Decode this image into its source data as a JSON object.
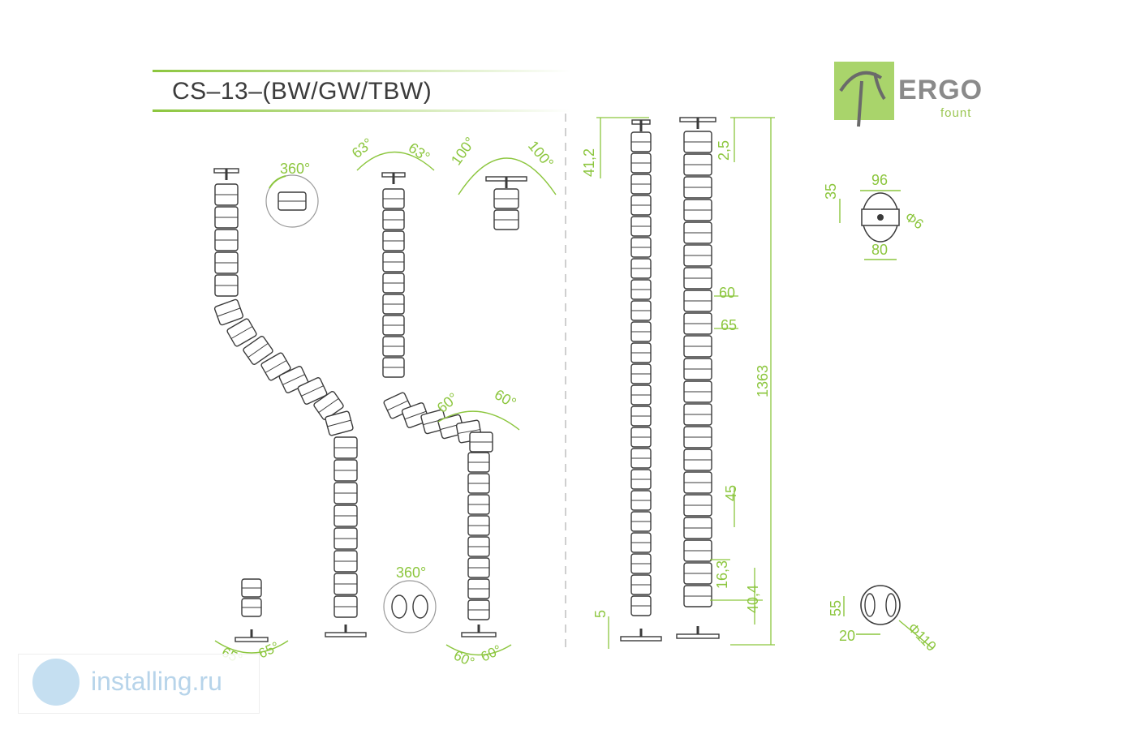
{
  "title": "CS–13–(BW/GW/TBW)",
  "brand": {
    "name": "ERGO",
    "sub": "fount"
  },
  "watermark": "installing.ru",
  "colors": {
    "accent": "#8cc63e",
    "line": "#3a3a3a",
    "brand_green": "#a9d46b"
  },
  "labels": {
    "rot_top": "360°",
    "rot_bottom": "360°",
    "tilt_a_left": "63°",
    "tilt_a_right": "63°",
    "tilt_b_left": "100°",
    "tilt_b_right": "100°",
    "bend_left": "60°",
    "bend_right": "60°",
    "base_left_a": "65°",
    "base_right_a": "65°",
    "base_left_b": "60°",
    "base_right_b": "60°"
  },
  "dimensions": {
    "top_offset": "41,2",
    "top_plate": "2,5",
    "d60": "60",
    "d65": "65",
    "total": "1363",
    "d45": "45",
    "d16": "16,3",
    "d40": "40,4",
    "d5": "5",
    "clip_top_w": "96",
    "clip_top_h": "35",
    "clip_hole": "Φ6",
    "clip_top_base": "80",
    "clip_bot_h": "55",
    "clip_bot_w": "20",
    "clip_bot_dia": "Φ110"
  }
}
